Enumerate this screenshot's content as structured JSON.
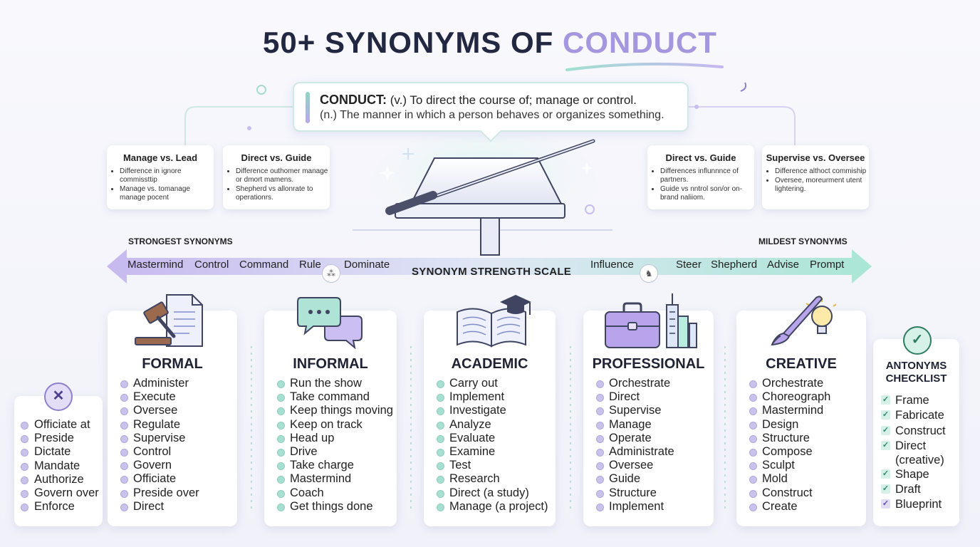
{
  "title": {
    "part1": "50+ SYNONYMS OF ",
    "highlight": "CONDUCT"
  },
  "definition": {
    "word": "CONDUCT:",
    "line1": " (v.) To direct the course of; manage or control.",
    "line2": "(n.) The manner in which a person behaves or organizes something."
  },
  "comparisons": [
    {
      "title": "Manage vs. Lead",
      "items": [
        "Difference in ignore commissttip",
        "Manage vs. tomanage manage pocent"
      ]
    },
    {
      "title": "Direct vs. Guide",
      "items": [
        "Difference outhomer manage or dmort mamens.",
        "Shepherd vs allonrate to operationrs."
      ]
    },
    {
      "title": "Direct vs. Guide",
      "items": [
        "Differences influnnnce of partners.",
        "Guide vs nntrol son/or on-brand naliiom."
      ]
    },
    {
      "title": "Supervise vs. Oversee",
      "items": [
        "Difference althoct commiship",
        "Oversee, moreurment utent lightering."
      ]
    }
  ],
  "scale": {
    "center_label": "SYNONYM STRENGTH SCALE",
    "left_label": "STRONGEST SYNONYMS",
    "right_label": "MILDEST SYNONYMS",
    "words": [
      "Mastermind",
      "Control",
      "Command",
      "Rule",
      "Dominate",
      "Influence",
      "Steer",
      "Shepherd",
      "Advise",
      "Prompt"
    ]
  },
  "left_list": [
    "Officiate at",
    "Preside",
    "Dictate",
    "Mandate",
    "Authorize",
    "Govern over",
    "Enforce"
  ],
  "categories": [
    {
      "title": "FORMAL",
      "items": [
        "Administer",
        "Execute",
        "Oversee",
        "Regulate",
        "Supervise",
        "Control",
        "Govern",
        "Officiate",
        "Preside over",
        "Direct"
      ]
    },
    {
      "title": "INFORMAL",
      "items": [
        "Run the show",
        "Take command",
        "Keep things moving",
        "Keep on track",
        "Head up",
        "Drive",
        "Take charge",
        "Mastermind",
        "Coach",
        "Get things done"
      ]
    },
    {
      "title": "ACADEMIC",
      "items": [
        "Carry out",
        "Implement",
        "Investigate",
        "Analyze",
        "Evaluate",
        "Examine",
        "Test",
        "Research",
        "Direct (a study)",
        "Manage (a project)"
      ]
    },
    {
      "title": "PROFESSIONAL",
      "items": [
        "Orchestrate",
        "Direct",
        "Supervise",
        "Manage",
        "Operate",
        "Administrate",
        "Oversee",
        "Guide",
        "Structure",
        "Implement"
      ]
    },
    {
      "title": "CREATIVE",
      "items": [
        "Orchestrate",
        "Choreograph",
        "Mastermind",
        "Design",
        "Structure",
        "Compose",
        "Sculpt",
        "Mold",
        "Construct",
        "Create"
      ]
    }
  ],
  "antonyms": {
    "title_line1": "ANTONYMS",
    "title_line2": "CHECKLIST",
    "items": [
      "Frame",
      "Fabricate",
      "Construct",
      "Direct",
      "(creative)",
      "Shape",
      "Draft",
      "Blueprint"
    ]
  },
  "colors": {
    "accent_purple": "#a497dd",
    "accent_teal": "#8fd6c6",
    "ink": "#232842"
  }
}
